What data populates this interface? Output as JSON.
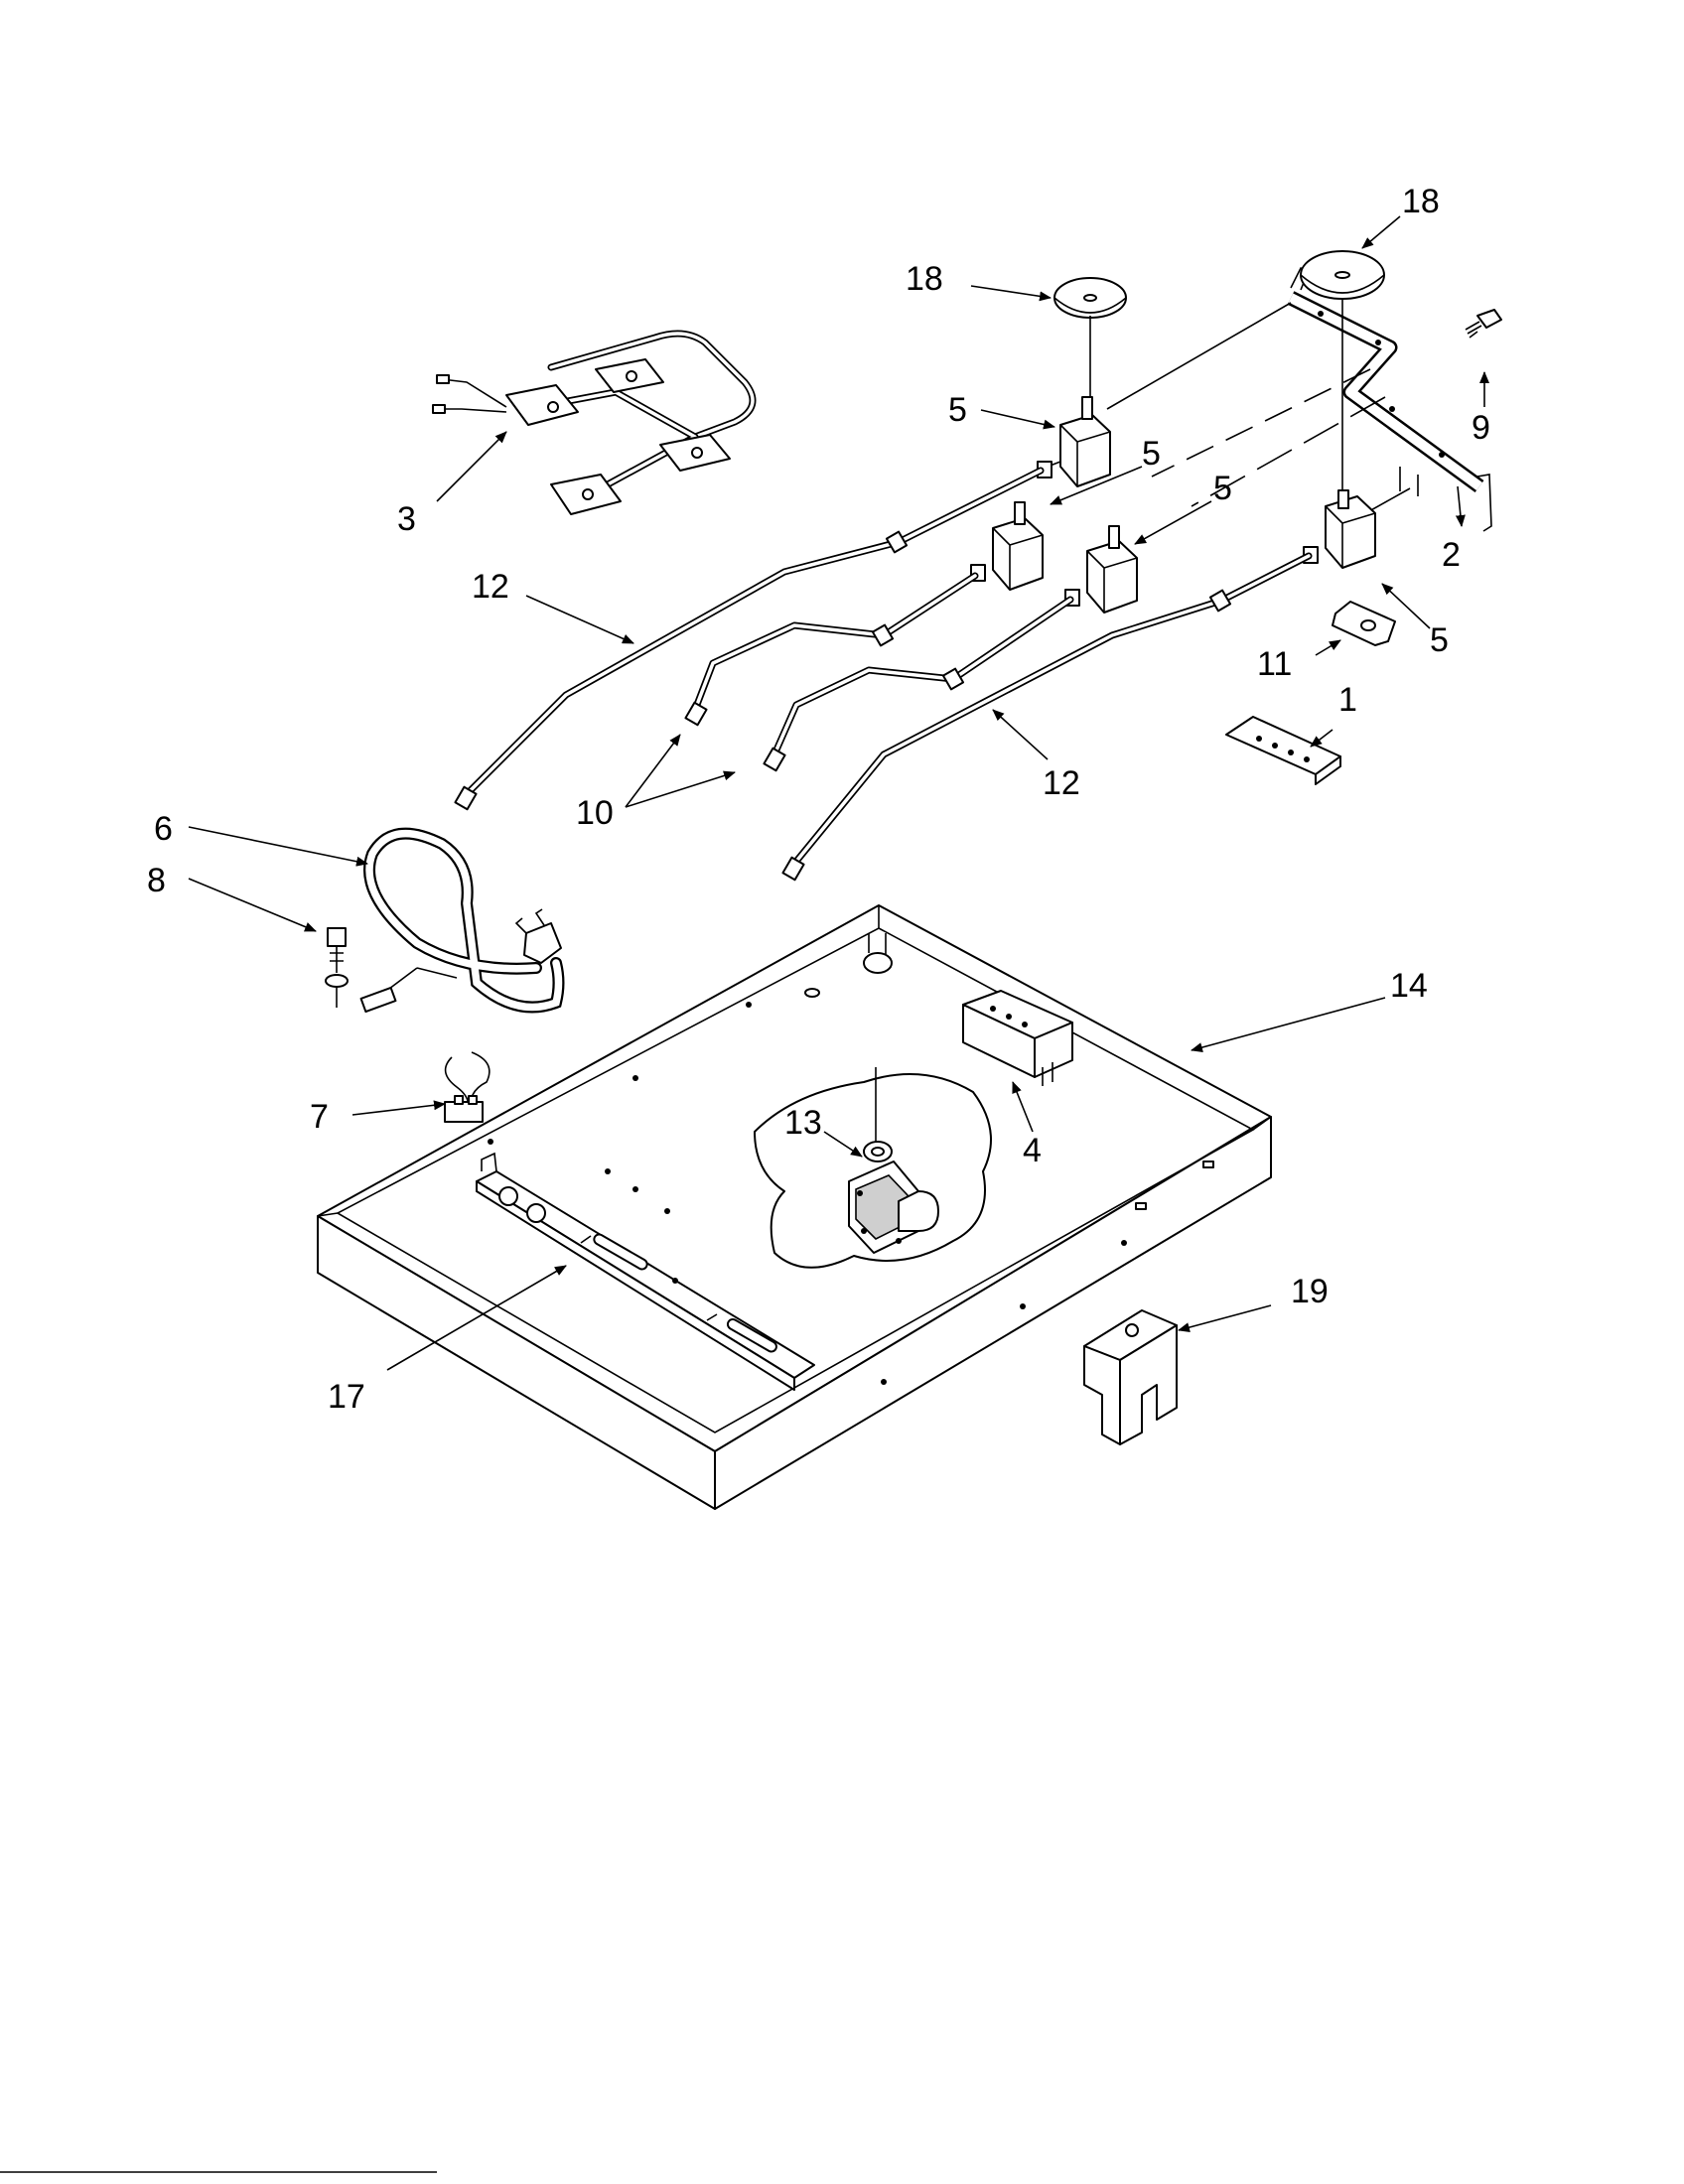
{
  "labels": [
    {
      "id": "1",
      "text": "1"
    },
    {
      "id": "2",
      "text": "2"
    },
    {
      "id": "3",
      "text": "3"
    },
    {
      "id": "4",
      "text": "4"
    },
    {
      "id": "5a",
      "text": "5"
    },
    {
      "id": "5b",
      "text": "5"
    },
    {
      "id": "5c",
      "text": "5"
    },
    {
      "id": "5d",
      "text": "5"
    },
    {
      "id": "6",
      "text": "6"
    },
    {
      "id": "7",
      "text": "7"
    },
    {
      "id": "8",
      "text": "8"
    },
    {
      "id": "9",
      "text": "9"
    },
    {
      "id": "10",
      "text": "10"
    },
    {
      "id": "11",
      "text": "11"
    },
    {
      "id": "12a",
      "text": "12"
    },
    {
      "id": "12b",
      "text": "12"
    },
    {
      "id": "13",
      "text": "13"
    },
    {
      "id": "14",
      "text": "14"
    },
    {
      "id": "17",
      "text": "17"
    },
    {
      "id": "18a",
      "text": "18"
    },
    {
      "id": "18b",
      "text": "18"
    },
    {
      "id": "19",
      "text": "19"
    }
  ]
}
